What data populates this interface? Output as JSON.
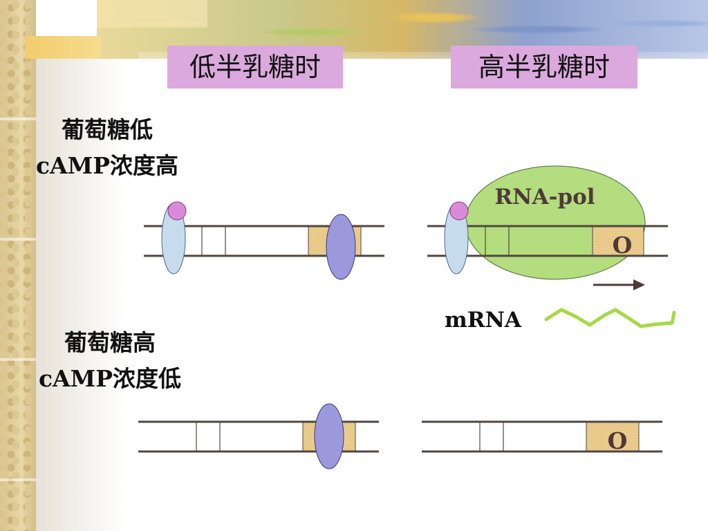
{
  "headers": {
    "low": "低半乳糖时",
    "high": "高半乳糖时"
  },
  "row1": {
    "line1": "葡萄糖低",
    "line2": "cAMP浓度高"
  },
  "row2": {
    "line1": "葡萄糖高",
    "line2": "cAMP浓度低"
  },
  "labels": {
    "rna_pol": "RNA-pol",
    "mrna": "mRNA",
    "operator_top": "O",
    "operator_bottom": "O"
  },
  "colors": {
    "header_bg": "#dba9dd",
    "dna_line": "#4f4640",
    "cap_protein": "#c6dced",
    "camp": "#d98bd9",
    "repressor": "#9b98dc",
    "operator": "#f2d79b",
    "rna_polymerase": "#b3dd7e",
    "mrna": "#a7d847",
    "arrow": "#4f3a37"
  }
}
